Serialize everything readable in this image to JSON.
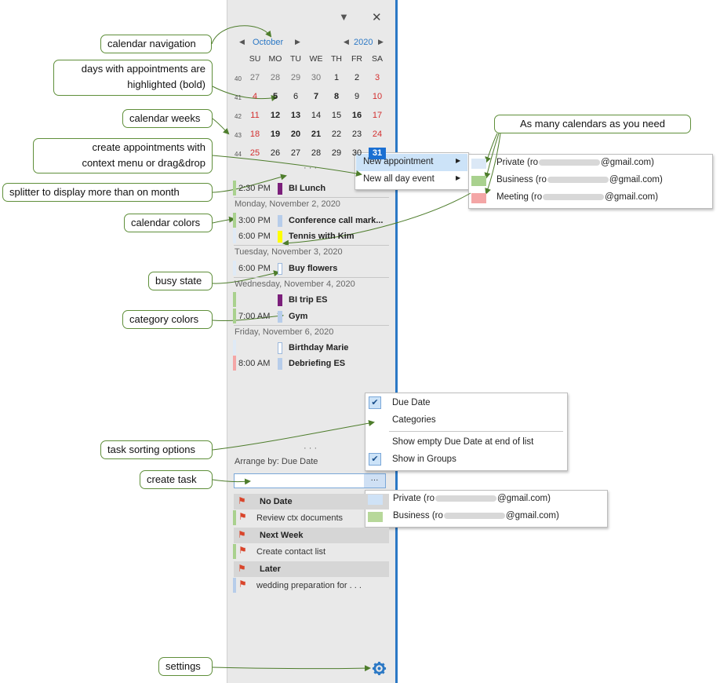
{
  "colors": {
    "accent": "#2b78c5",
    "today": "#1a6fd2",
    "calendar_green": "#a9d18e",
    "purple": "#7b1f7b",
    "yellow": "#ffff00",
    "light_blue": "#b7cdea",
    "pink": "#f4a6a6",
    "flag": "#d9452b",
    "callout_border": "#5f8f3a"
  },
  "panel": {
    "dropdown_icon": "caret-down-icon",
    "close_icon": "close-icon",
    "month": "October",
    "year": "2020",
    "weekdays": [
      "SU",
      "MO",
      "TU",
      "WE",
      "TH",
      "FR",
      "SA"
    ],
    "weeks": [
      {
        "n": "40",
        "days": [
          "27",
          "28",
          "29",
          "30",
          "1",
          "2",
          "3"
        ]
      },
      {
        "n": "41",
        "days": [
          "4",
          "5",
          "6",
          "7",
          "8",
          "9",
          "10"
        ]
      },
      {
        "n": "42",
        "days": [
          "11",
          "12",
          "13",
          "14",
          "15",
          "16",
          "17"
        ]
      },
      {
        "n": "43",
        "days": [
          "18",
          "19",
          "20",
          "21",
          "22",
          "23",
          "24"
        ]
      },
      {
        "n": "44",
        "days": [
          "25",
          "26",
          "27",
          "28",
          "29",
          "30",
          "31"
        ]
      }
    ],
    "splitter": "· · ·",
    "events": [
      {
        "time": "2:30 PM",
        "title": "BI Lunch"
      },
      {
        "date": "Monday, November 2, 2020"
      },
      {
        "time": "3:00 PM",
        "title": "Conference  call mark..."
      },
      {
        "time": "6:00 PM",
        "title": "Tennis with Kim"
      },
      {
        "date": "Tuesday, November 3, 2020"
      },
      {
        "time": "6:00 PM",
        "title": "Buy flowers"
      },
      {
        "date": "Wednesday, November 4, 2020"
      },
      {
        "time": "",
        "title": "BI trip  ES"
      },
      {
        "time": "7:00 AM",
        "title": "Gym"
      },
      {
        "date": "Friday, November 6, 2020"
      },
      {
        "time": "",
        "title": "Birthday Marie"
      },
      {
        "time": "8:00 AM",
        "title": "Debriefing ES"
      }
    ],
    "task_splitter": "· · ·",
    "arrange_label": "Arrange by: Due Date",
    "task_input_placeholder": "",
    "task_more_button": "···",
    "task_groups": [
      {
        "header": "No Date",
        "items": [
          "Review ctx documents"
        ]
      },
      {
        "header": "Next Week",
        "items": [
          "Create contact list"
        ]
      },
      {
        "header": "Later",
        "items": [
          "wedding preparation for . . ."
        ]
      }
    ],
    "settings_icon": "gear-icon"
  },
  "context_menu": {
    "items": [
      "New appointment",
      "New all day event"
    ]
  },
  "calendar_menu": {
    "items": [
      {
        "pre": "Private (ro",
        "post": "@gmail.com)"
      },
      {
        "pre": "Business (ro",
        "post": "@gmail.com)"
      },
      {
        "pre": "Meeting (ro",
        "post": "@gmail.com)"
      }
    ]
  },
  "sort_menu": {
    "items": [
      "Due Date",
      "Categories",
      "Show empty Due Date at end of list",
      "Show in Groups"
    ]
  },
  "task_calendar_menu": {
    "items": [
      {
        "pre": "Private (ro",
        "post": "@gmail.com)"
      },
      {
        "pre": "Business (ro",
        "post": "@gmail.com)"
      }
    ]
  },
  "callouts": {
    "calendar_navigation": "calendar navigation",
    "days_bold_1": "days with appointments are",
    "days_bold_2": "highlighted (bold)",
    "calendar_weeks": "calendar weeks",
    "create_appt_1": "create appointments with",
    "create_appt_2": "context menu or drag&drop",
    "splitter": "splitter to display more than on month",
    "calendar_colors": "calendar colors",
    "busy_state": "busy state",
    "category_colors": "category colors",
    "task_sorting": "task sorting options",
    "create_task": "create task",
    "settings": "settings",
    "many_calendars": "As many calendars as you need"
  }
}
